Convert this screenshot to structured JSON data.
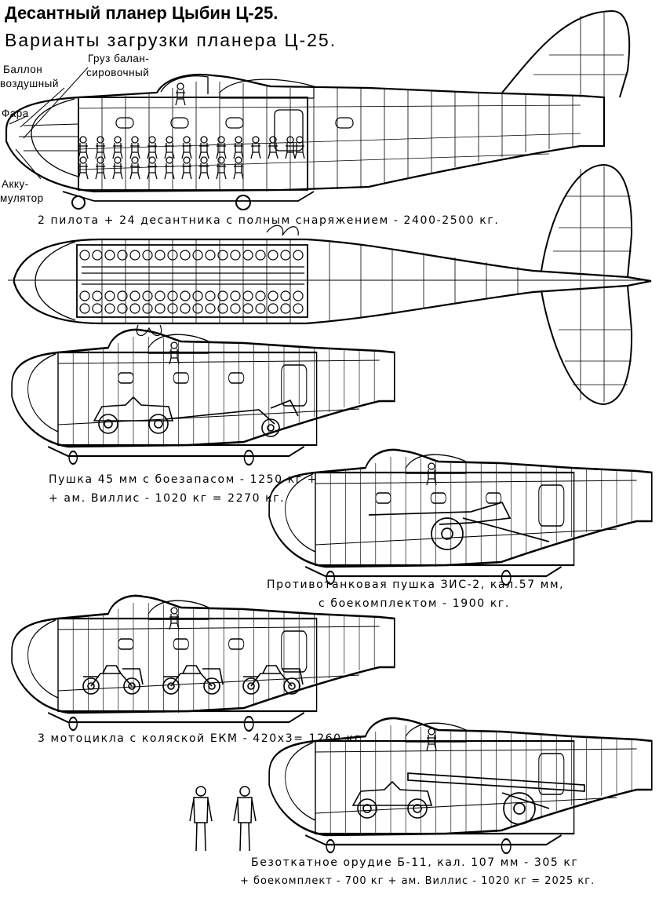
{
  "header": {
    "title": "Десантный планер Цыбин Ц-25.",
    "subtitle": "Варианты загрузки планера Ц-25."
  },
  "callouts": {
    "balloon_line1": "Баллон",
    "balloon_line2": "воздушный",
    "cargo_line1": "Груз балан-",
    "cargo_line2": "сировочный",
    "headlight": "Фара",
    "battery_line1": "Акку-",
    "battery_line2": "мулятор"
  },
  "captions": {
    "troops": "2 пилота + 24 десантника с полным снаряжением - 2400-2500 кг.",
    "gun45_line1": "Пушка 45 мм с боезапасом - 1250 кг +",
    "gun45_line2": "+ ам. Виллис - 1020 кг = 2270 кг.",
    "zis2_line1": "Противотанковая пушка ЗИС-2, кал.57 мм,",
    "zis2_line2": "с боекомплектом -   1900 кг.",
    "moto": "3 мотоцикла с коляской ЕКМ - 420х3= 1260 кг.",
    "b11_line1": "Безоткатное орудие Б-11, кал. 107 мм - 305 кг",
    "b11_line2": "+ боекомплект - 700 кг + ам. Виллис - 1020 кг = 2025 кг."
  }
}
